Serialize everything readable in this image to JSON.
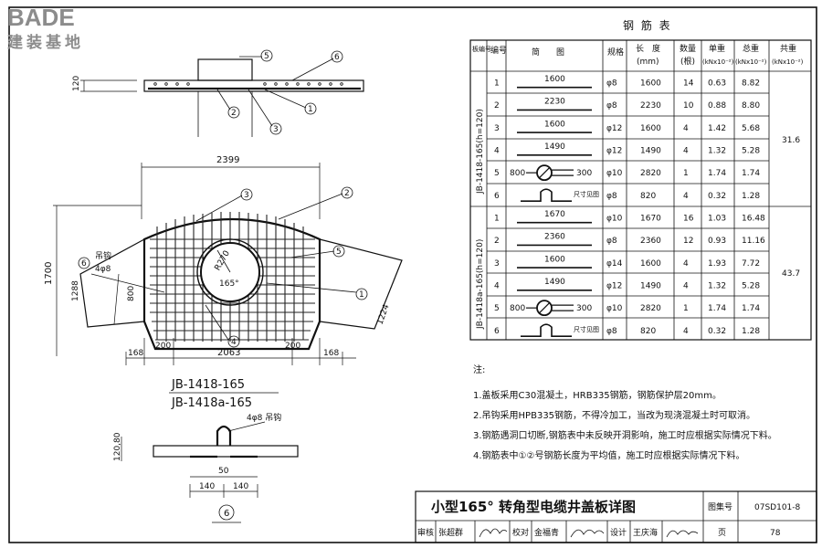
{
  "logo": {
    "brand": "BADE",
    "sub": "建装基地"
  },
  "table": {
    "title": "钢 筋 表",
    "headers": {
      "plate": "板编号",
      "no": "编号",
      "sketch": "简　　图",
      "spec": "规格",
      "length": "长　度",
      "length_unit": "(mm)",
      "count": "数量",
      "count_unit": "(根)",
      "unit_weight": "单重",
      "unit_weight_unit": "(kNx10⁻²)",
      "total_weight": "总重",
      "total_weight_unit": "(kNx10⁻²)",
      "sum_weight": "共重",
      "sum_weight_unit": "(kNx10⁻²)"
    },
    "groups": [
      {
        "label": "JB-1418-165(h=120)",
        "sum": "31.6",
        "rows": [
          {
            "no": "1",
            "sketch_type": "line",
            "sketch_label": "1600",
            "spec": "φ8",
            "length": "1600",
            "count": "14",
            "unit": "0.63",
            "total": "8.82"
          },
          {
            "no": "2",
            "sketch_type": "line",
            "sketch_label": "2230",
            "spec": "φ8",
            "length": "2230",
            "count": "10",
            "unit": "0.88",
            "total": "8.80"
          },
          {
            "no": "3",
            "sketch_type": "line",
            "sketch_label": "1600",
            "spec": "φ12",
            "length": "1600",
            "count": "4",
            "unit": "1.42",
            "total": "5.68"
          },
          {
            "no": "4",
            "sketch_type": "line",
            "sketch_label": "1490",
            "spec": "φ12",
            "length": "1490",
            "count": "4",
            "unit": "1.32",
            "total": "5.28"
          },
          {
            "no": "5",
            "sketch_type": "ring",
            "sketch_label": "800",
            "sketch_label2": "300",
            "spec": "φ10",
            "length": "2820",
            "count": "1",
            "unit": "1.74",
            "total": "1.74"
          },
          {
            "no": "6",
            "sketch_type": "hook",
            "sketch_label": "尺寸见图",
            "spec": "φ8",
            "length": "820",
            "count": "4",
            "unit": "0.32",
            "total": "1.28"
          }
        ]
      },
      {
        "label": "JB-1418a-165(h=120)",
        "sum": "43.7",
        "rows": [
          {
            "no": "1",
            "sketch_type": "line",
            "sketch_label": "1670",
            "spec": "φ10",
            "length": "1670",
            "count": "16",
            "unit": "1.03",
            "total": "16.48"
          },
          {
            "no": "2",
            "sketch_type": "line",
            "sketch_label": "2360",
            "spec": "φ8",
            "length": "2360",
            "count": "12",
            "unit": "0.93",
            "total": "11.16"
          },
          {
            "no": "3",
            "sketch_type": "line",
            "sketch_label": "1600",
            "spec": "φ14",
            "length": "1600",
            "count": "4",
            "unit": "1.93",
            "total": "7.72"
          },
          {
            "no": "4",
            "sketch_type": "line",
            "sketch_label": "1490",
            "spec": "φ12",
            "length": "1490",
            "count": "4",
            "unit": "1.32",
            "total": "5.28"
          },
          {
            "no": "5",
            "sketch_type": "ring",
            "sketch_label": "800",
            "sketch_label2": "300",
            "spec": "φ10",
            "length": "2820",
            "count": "1",
            "unit": "1.74",
            "total": "1.74"
          },
          {
            "no": "6",
            "sketch_type": "hook",
            "sketch_label": "尺寸见图",
            "spec": "φ8",
            "length": "820",
            "count": "4",
            "unit": "0.32",
            "total": "1.28"
          }
        ]
      }
    ]
  },
  "notes": {
    "heading": "注:",
    "items": [
      "1.盖板采用C30混凝土，HRB335钢筋，钢筋保护层20mm。",
      "2.吊钩采用HPB335钢筋，不得冷加工，当改为现浇混凝土时可取消。",
      "3.钢筋遇洞口切断,钢筋表中未反映开洞影响，施工时应根据实际情况下料。",
      "4.钢筋表中①②号钢筋长度为平均值，施工时应根据实际情况下料。"
    ]
  },
  "drawing": {
    "section_dim": "120",
    "callouts_top": [
      "5",
      "6",
      "2",
      "1",
      "3"
    ],
    "dims": {
      "top_width": "2399",
      "height": "1700",
      "left_side": "1288",
      "inner_800": "800",
      "right_side": "1224",
      "bottom_168_left": "168",
      "bottom_200_left": "200",
      "bottom_width": "2063",
      "bottom_200_right": "200",
      "bottom_168_right": "168",
      "hole_radius": "R270",
      "angle": "165°"
    },
    "hook_label_plan": "吊钩",
    "hook_spec_plan": "4φ8",
    "callouts_plan": [
      "3",
      "2",
      "5",
      "1",
      "4",
      "6"
    ],
    "titles": [
      "JB-1418-165",
      "JB-1418a-165"
    ],
    "detail": {
      "hook_label": "4φ8 吊钩",
      "dim_slab": "120,80",
      "dim_50": "50",
      "dim_140_left": "140",
      "dim_140_right": "140",
      "marker": "6"
    }
  },
  "title_block": {
    "title": "小型165° 转角型电缆井盖板详图",
    "atlas_label": "图集号",
    "atlas_no": "07SD101-8",
    "review_label": "审核",
    "review_name": "张超群",
    "check_label": "校对",
    "check_name": "金福青",
    "design_label": "设计",
    "design_name": "王庆海",
    "page_label": "页",
    "page_no": "78"
  }
}
